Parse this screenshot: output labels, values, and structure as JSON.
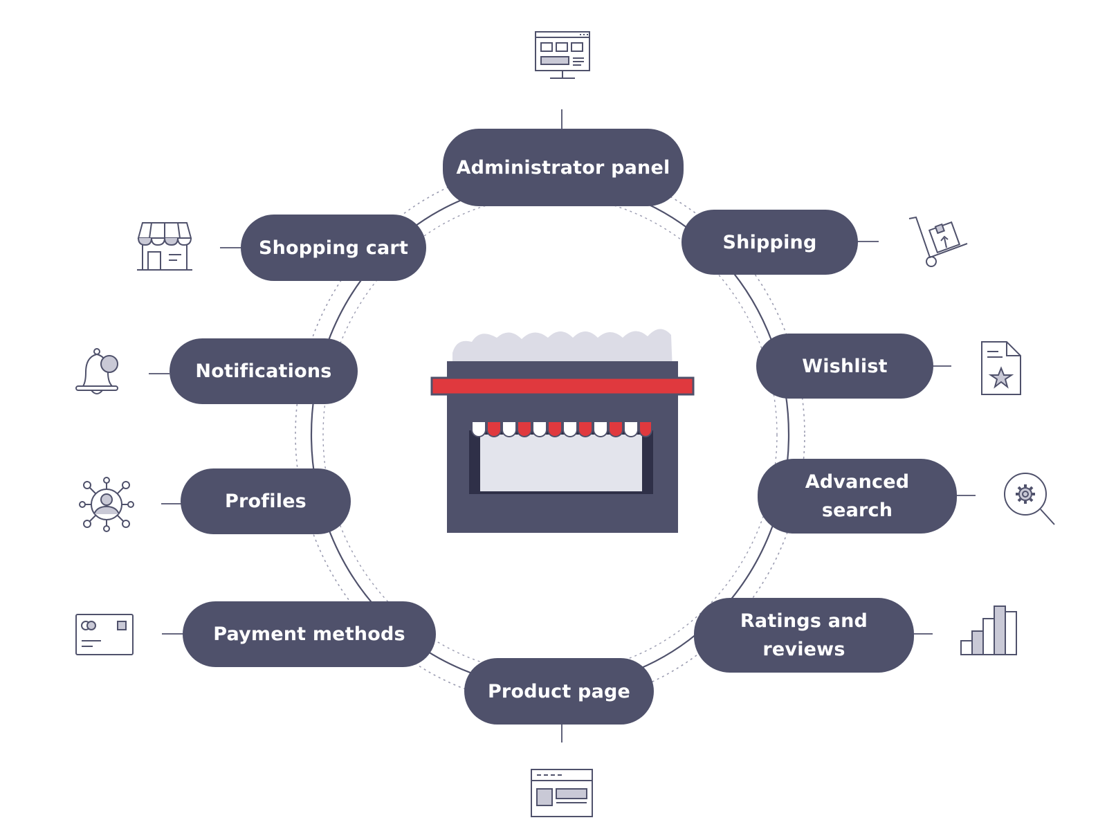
{
  "diagram": {
    "center": {
      "icon": "storefront-icon"
    },
    "nodes": [
      {
        "id": "administrator-panel",
        "label": "Administrator panel",
        "icon": "admin-monitor-icon"
      },
      {
        "id": "shipping",
        "label": "Shipping",
        "icon": "hand-truck-icon"
      },
      {
        "id": "wishlist",
        "label": "Wishlist",
        "icon": "starred-document-icon"
      },
      {
        "id": "advanced-search",
        "label": "Advanced search",
        "icon": "gear-magnifier-icon"
      },
      {
        "id": "ratings-and-reviews",
        "label": "Ratings and reviews",
        "icon": "bar-chart-icon"
      },
      {
        "id": "product-page",
        "label": "Product page",
        "icon": "browser-window-icon"
      },
      {
        "id": "payment-methods",
        "label": "Payment methods",
        "icon": "credit-card-icon"
      },
      {
        "id": "profiles",
        "label": "Profiles",
        "icon": "user-network-icon"
      },
      {
        "id": "notifications",
        "label": "Notifications",
        "icon": "bell-icon"
      },
      {
        "id": "shopping-cart",
        "label": "Shopping cart",
        "icon": "shop-icon"
      }
    ]
  },
  "colors": {
    "pill": "#4f516b",
    "pill_text": "#ffffff",
    "icon_stroke": "#4f516b",
    "icon_fill": "#c9c9d6",
    "accent_red": "#e0393e",
    "ring": "#4f516b",
    "ring_dotted": "#9a9bb0",
    "cloud": "#dcdce6"
  }
}
